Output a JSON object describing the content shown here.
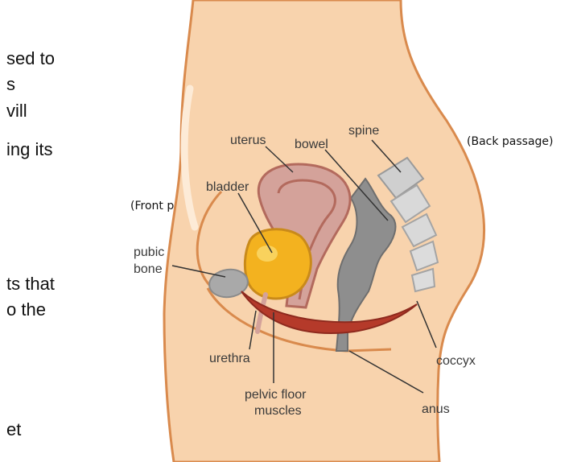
{
  "document": {
    "cropped_lines": [
      "sed to",
      "s",
      "vill",
      "ing its",
      "ts that",
      "o the",
      "et"
    ]
  },
  "annotations": {
    "front_passage": "(Front passage)",
    "back_passage": "(Back passage)"
  },
  "diagram": {
    "labels": {
      "uterus": "uterus",
      "bowel": "bowel",
      "spine": "spine",
      "bladder": "bladder",
      "pubic_bone_line1": "pubic",
      "pubic_bone_line2": "bone",
      "urethra": "urethra",
      "pelvic_floor_line1": "pelvic floor",
      "pelvic_floor_line2": "muscles",
      "coccyx": "coccyx",
      "anus": "anus"
    },
    "colors": {
      "skin": "#f8d3ad",
      "skin_outline": "#d98a4d",
      "bladder": "#f3b21f",
      "uterus": "#d4a29a",
      "uterus_outline": "#b36a5d",
      "bowel": "#8e8e8e",
      "pubic_bone": "#a9a9a9",
      "spine": "#cfcfcf",
      "pelvic_floor": "#b53a2a",
      "leader_line": "#333333"
    }
  }
}
